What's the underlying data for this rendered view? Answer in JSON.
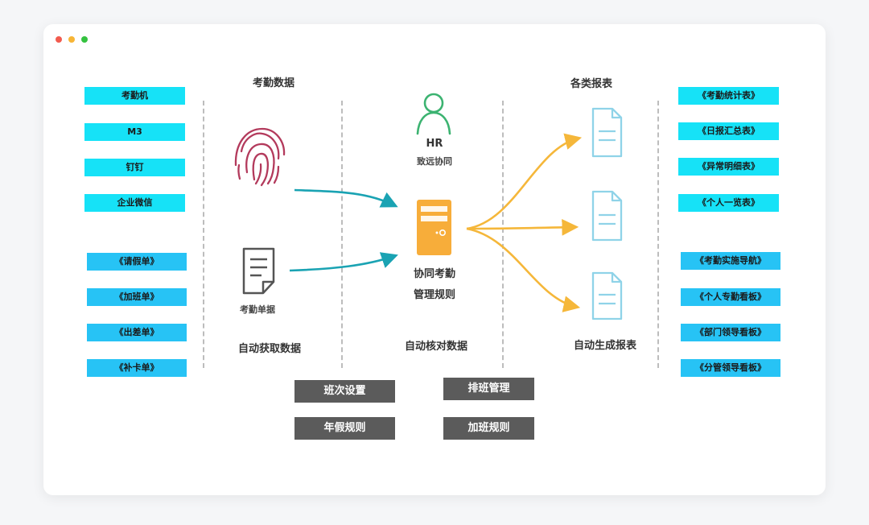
{
  "window": {
    "dots": [
      {
        "name": "close-dot",
        "color": "#f25b4e"
      },
      {
        "name": "minimize-dot",
        "color": "#f7b536"
      },
      {
        "name": "zoom-dot",
        "color": "#34c23f"
      }
    ]
  },
  "sources": {
    "devices": [
      "考勤机",
      "M3",
      "钉钉",
      "企业微信"
    ],
    "forms": [
      "《请假单》",
      "《加班单》",
      "《出差单》",
      "《补卡单》"
    ]
  },
  "collect": {
    "title": "考勤数据",
    "doc_label": "考勤单据",
    "caption": "自动获取数据"
  },
  "core": {
    "hr_title": "HR",
    "hr_subtitle": "致远协同",
    "server_line1": "协同考勤",
    "server_line2": "管理规则",
    "caption": "自动核对数据"
  },
  "output": {
    "title": "各类报表",
    "caption": "自动生成报表"
  },
  "reports": {
    "tables": [
      "《考勤统计表》",
      "《日报汇总表》",
      "《异常明细表》",
      "《个人一览表》"
    ],
    "boards": [
      "《考勤实施导航》",
      "《个人专勤看板》",
      "《部门领导看板》",
      "《分管领导看板》"
    ]
  },
  "settings": {
    "shift_setup": "班次设置",
    "schedule_mgmt": "排班管理",
    "annual_leave_rules": "年假规则",
    "overtime_rules": "加班规则"
  },
  "colors": {
    "cyan_tag": "#16e2f7",
    "blue_tag": "#27c3f5",
    "teal_arrow": "#1aa3b3",
    "orange_arrow": "#f5b73a",
    "hr_green": "#3cb371",
    "server_orange": "#f7ad3a",
    "fingerprint": "#b33a5c",
    "report_icon": "#8fd3e8"
  }
}
